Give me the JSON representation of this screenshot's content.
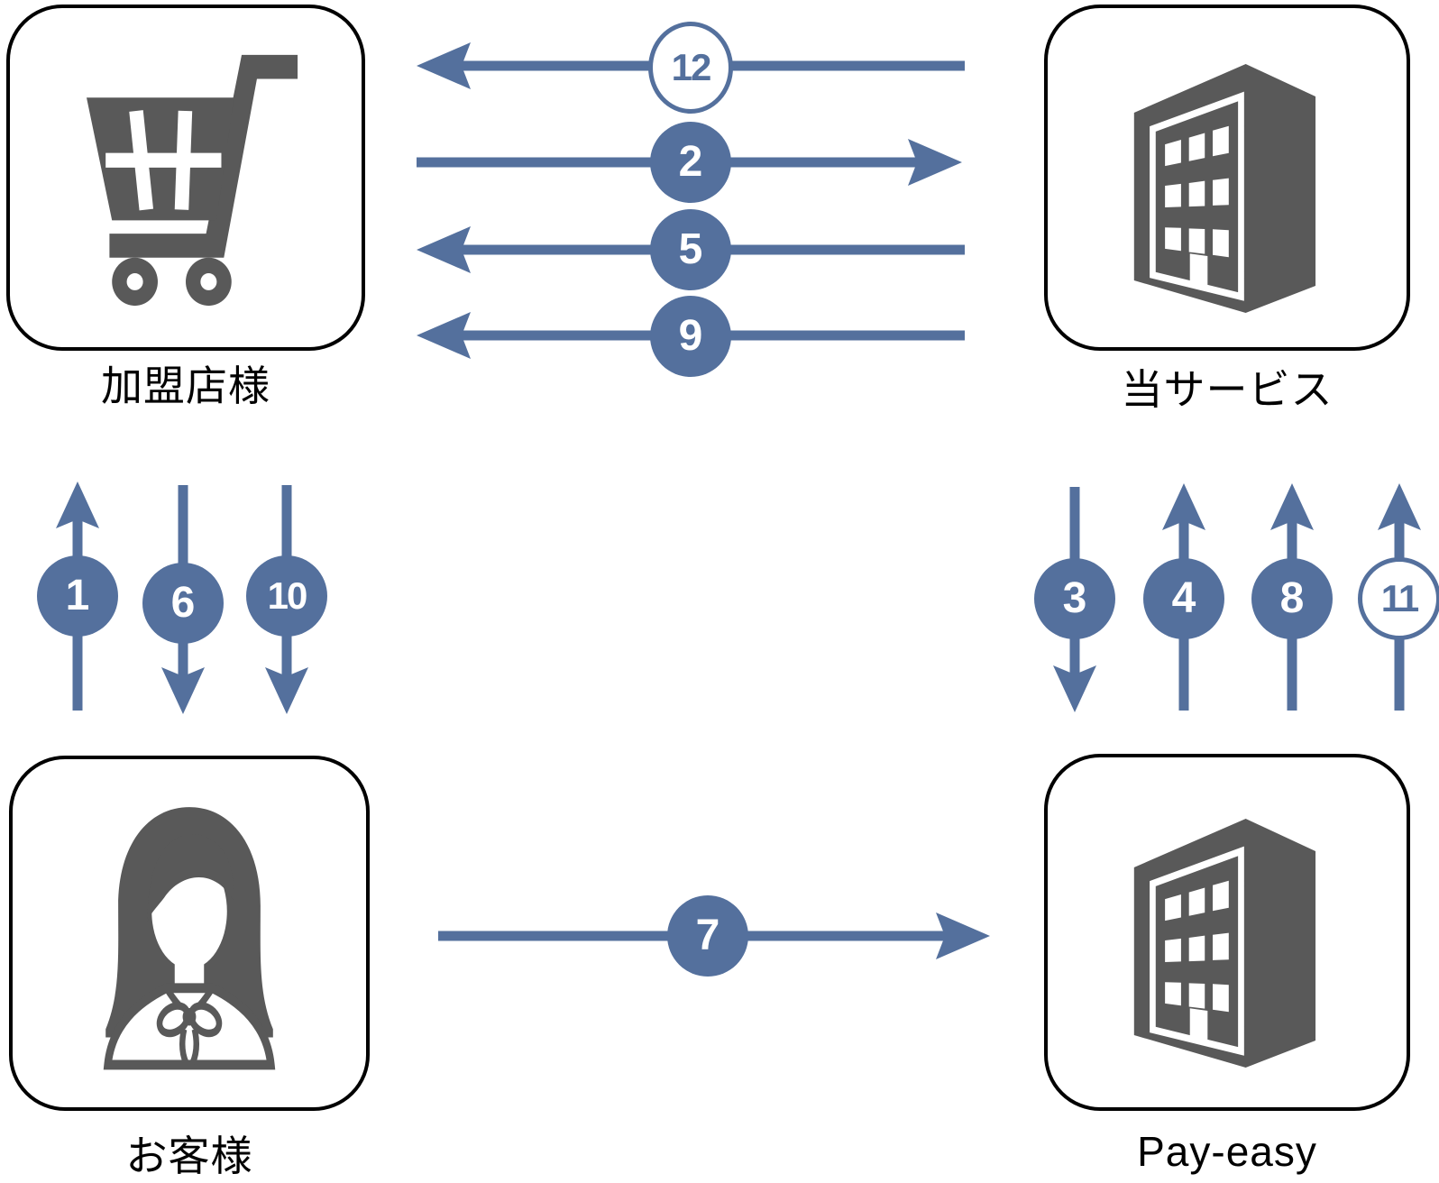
{
  "colors": {
    "accent_blue": "#54709D",
    "icon_gray": "#595959",
    "box_border": "#000000",
    "background": "#FFFFFF"
  },
  "nodes": {
    "merchant": {
      "label": "加盟店様",
      "icon": "shopping-cart-icon"
    },
    "service": {
      "label": "当サービス",
      "icon": "office-building-icon"
    },
    "customer": {
      "label": "お客様",
      "icon": "woman-icon"
    },
    "payeasy": {
      "label": "Pay-easy",
      "icon": "office-building-icon"
    }
  },
  "steps": [
    {
      "num": "1",
      "from": "お客様",
      "to": "加盟店様",
      "direction": "up",
      "badge": "filled"
    },
    {
      "num": "2",
      "from": "加盟店様",
      "to": "当サービス",
      "direction": "right",
      "badge": "filled"
    },
    {
      "num": "3",
      "from": "当サービス",
      "to": "Pay-easy",
      "direction": "down",
      "badge": "filled"
    },
    {
      "num": "4",
      "from": "Pay-easy",
      "to": "当サービス",
      "direction": "up",
      "badge": "filled"
    },
    {
      "num": "5",
      "from": "当サービス",
      "to": "加盟店様",
      "direction": "left",
      "badge": "filled"
    },
    {
      "num": "6",
      "from": "加盟店様",
      "to": "お客様",
      "direction": "down",
      "badge": "filled"
    },
    {
      "num": "7",
      "from": "お客様",
      "to": "Pay-easy",
      "direction": "right",
      "badge": "filled"
    },
    {
      "num": "8",
      "from": "Pay-easy",
      "to": "当サービス",
      "direction": "up",
      "badge": "filled"
    },
    {
      "num": "9",
      "from": "当サービス",
      "to": "加盟店様",
      "direction": "left",
      "badge": "filled"
    },
    {
      "num": "10",
      "from": "加盟店様",
      "to": "お客様",
      "direction": "down",
      "badge": "filled"
    },
    {
      "num": "11",
      "from": "Pay-easy",
      "to": "当サービス",
      "direction": "up",
      "badge": "outline"
    },
    {
      "num": "12",
      "from": "当サービス",
      "to": "加盟店様",
      "direction": "left",
      "badge": "outline"
    }
  ]
}
